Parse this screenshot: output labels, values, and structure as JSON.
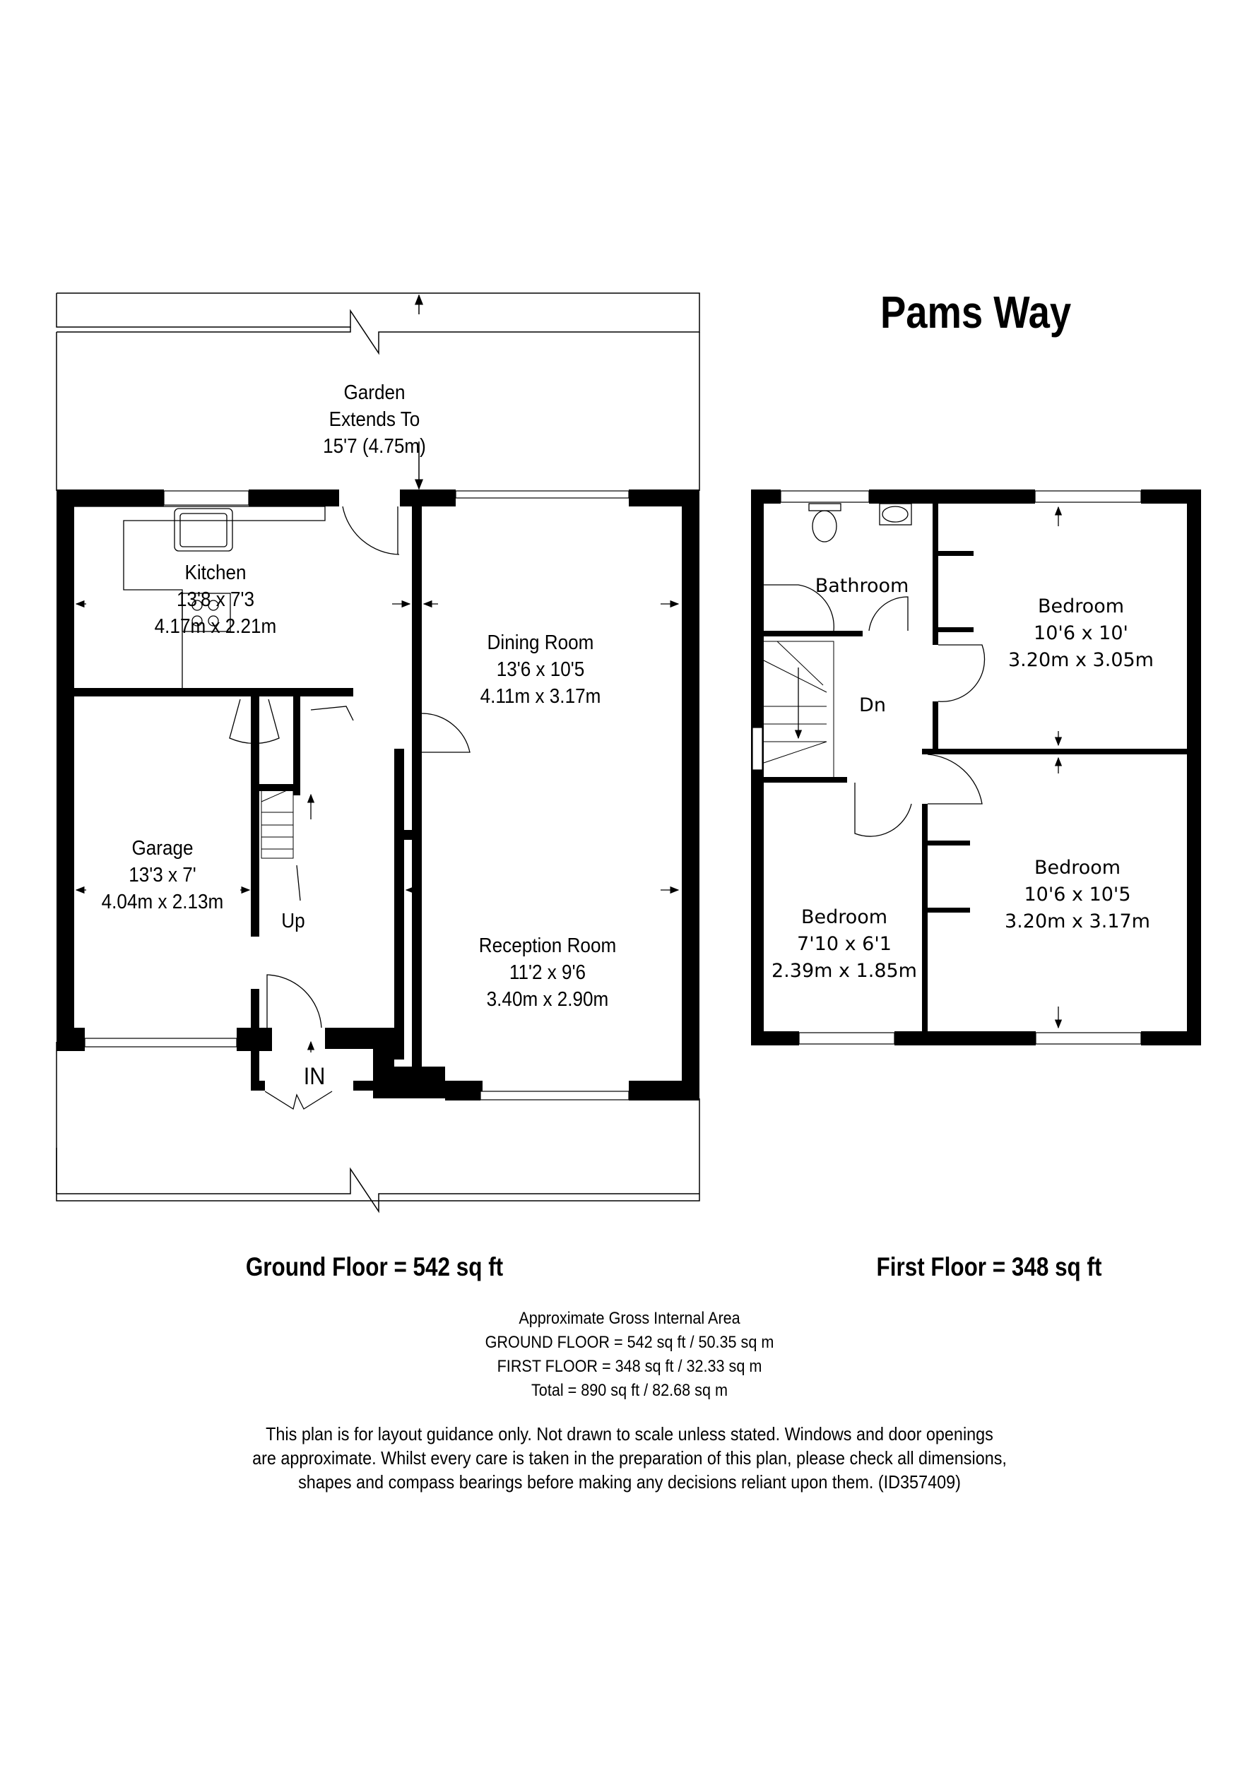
{
  "title": "Pams Way",
  "ground_floor": {
    "label": "Ground Floor = 542 sq ft",
    "rooms": [
      {
        "name": "Garden",
        "line2": "Extends To",
        "line3": "15'7 (4.75m)"
      },
      {
        "name": "Kitchen",
        "imperial": "13'8 x 7'3",
        "metric": "4.17m x 2.21m"
      },
      {
        "name": "Dining Room",
        "imperial": "13'6 x 10'5",
        "metric": "4.11m x 3.17m"
      },
      {
        "name": "Garage",
        "imperial": "13'3 x 7'",
        "metric": "4.04m x 2.13m"
      },
      {
        "name": "Reception Room",
        "imperial": "11'2 x 9'6",
        "metric": "3.40m x 2.90m"
      }
    ],
    "stairs_label": "Up",
    "entrance_label": "IN"
  },
  "first_floor": {
    "label": "First Floor = 348 sq ft",
    "rooms": [
      {
        "name": "Bathroom"
      },
      {
        "name": "Bedroom",
        "imperial": "10'6 x 10'",
        "metric": "3.20m x 3.05m"
      },
      {
        "name": "Bedroom",
        "imperial": "10'6 x 10'5",
        "metric": "3.20m x 3.17m"
      },
      {
        "name": "Bedroom",
        "imperial": "7'10 x 6'1",
        "metric": "2.39m x 1.85m"
      }
    ],
    "stairs_label": "Dn"
  },
  "area_summary": {
    "heading": "Approximate Gross Internal Area",
    "ground": "GROUND FLOOR = 542 sq ft / 50.35 sq m",
    "first": "FIRST FLOOR = 348 sq ft / 32.33 sq m",
    "total": "Total = 890 sq ft / 82.68 sq m"
  },
  "disclaimer": {
    "line1": "This plan is for layout guidance only. Not drawn to scale unless stated. Windows and door openings",
    "line2": "are approximate. Whilst every care is taken in the preparation of this plan, please check all dimensions,",
    "line3": "shapes and compass bearings before making any decisions reliant upon them. (ID357409)"
  },
  "colors": {
    "wall": "#000000",
    "background": "#ffffff",
    "line": "#000000"
  }
}
